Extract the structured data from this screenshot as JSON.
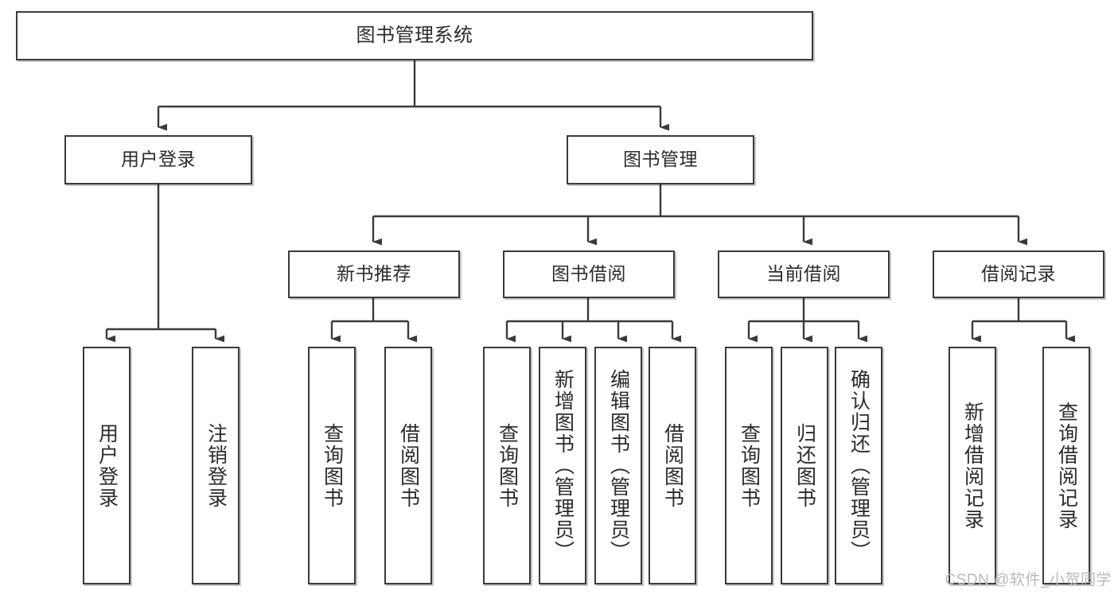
{
  "diagram": {
    "title": "图书管理系统",
    "watermark": "CSDN @软件_小贺同学",
    "edge_color": "#3a3a3a",
    "node_border_color": "#3a3a3a",
    "node_fill_color": "#ffffff",
    "text_color": "#2b2b2b",
    "watermark_color": "#b9b9b9"
  },
  "nodes": {
    "root": {
      "label": "图书管理系统"
    },
    "level2": [
      {
        "label": "用户登录"
      },
      {
        "label": "图书管理"
      }
    ],
    "level3": [
      {
        "label": "新书推荐"
      },
      {
        "label": "图书借阅"
      },
      {
        "label": "当前借阅"
      },
      {
        "label": "借阅记录"
      }
    ],
    "leaves": {
      "user_login": [
        {
          "label": "用户登录"
        },
        {
          "label": "注销登录"
        }
      ],
      "new_book_recommend": [
        {
          "label": "查询图书"
        },
        {
          "label": "借阅图书"
        }
      ],
      "book_borrow": [
        {
          "label": "查询图书"
        },
        {
          "label": "新增图书（管理员）"
        },
        {
          "label": "编辑图书（管理员）"
        },
        {
          "label": "借阅图书"
        }
      ],
      "current_borrow": [
        {
          "label": "查询图书"
        },
        {
          "label": "归还图书"
        },
        {
          "label": "确认归还（管理员）"
        }
      ],
      "borrow_record": [
        {
          "label": "新增借阅记录"
        },
        {
          "label": "查询借阅记录"
        }
      ]
    }
  }
}
